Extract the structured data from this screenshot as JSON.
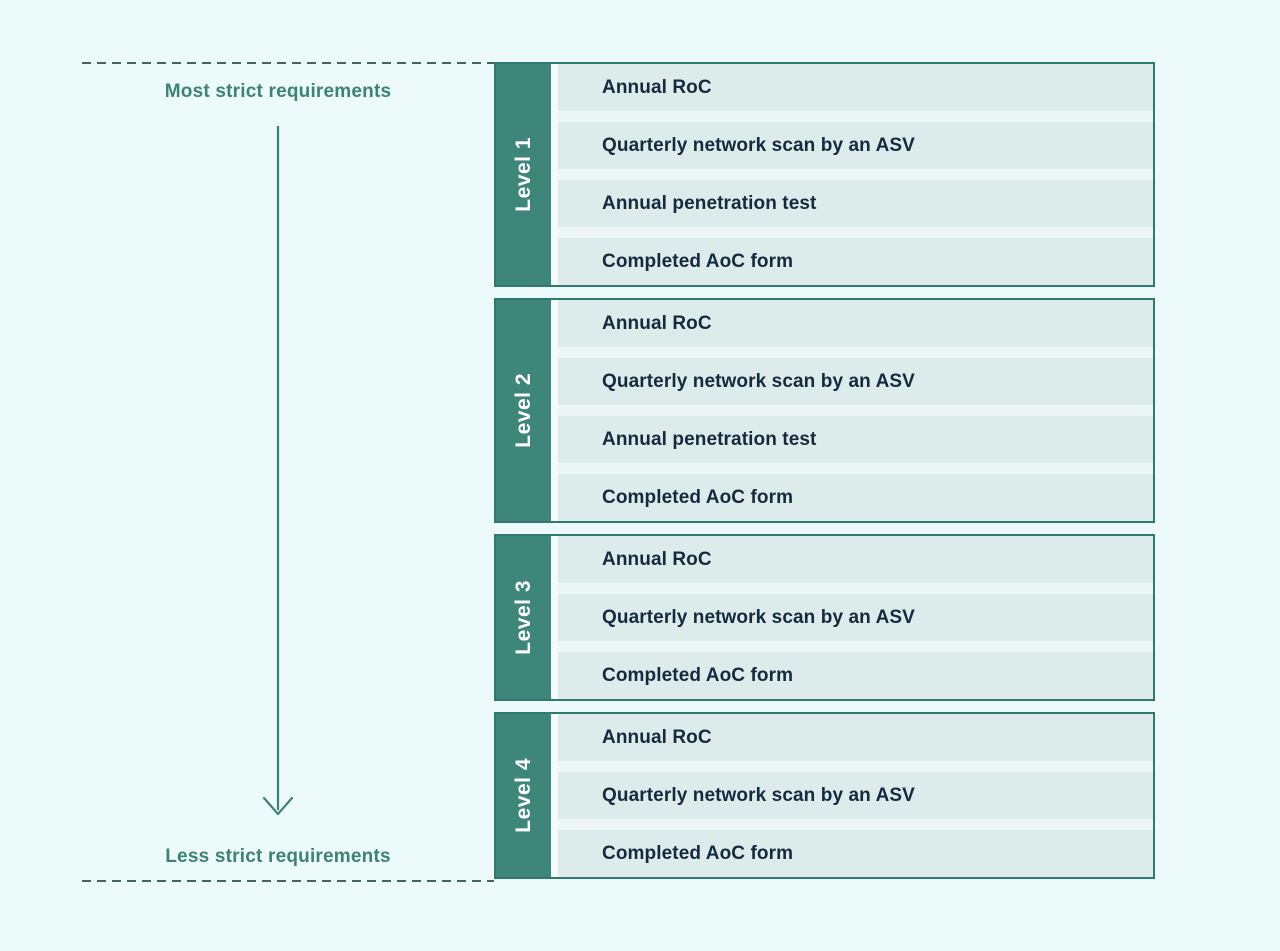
{
  "theme": {
    "bg": "#ecfbf9",
    "accent": "#3e8679",
    "accent_text": "#3c8376",
    "border": "#2e7a70",
    "row": "#ddecea",
    "gap": "#ecf7f5",
    "strip": "#f3fbfa",
    "text": "#152a3f",
    "dash": "#47635e"
  },
  "axis": {
    "top_label": "Most strict requirements",
    "bottom_label": "Less strict requirements",
    "arrow_icon": "arrow-down-icon"
  },
  "levels": [
    {
      "label": "Level 1",
      "requirements": [
        "Annual RoC",
        "Quarterly network scan by an ASV",
        "Annual penetration test",
        "Completed AoC form"
      ]
    },
    {
      "label": "Level 2",
      "requirements": [
        "Annual RoC",
        "Quarterly network scan by an ASV",
        "Annual penetration test",
        "Completed AoC form"
      ]
    },
    {
      "label": "Level 3",
      "requirements": [
        "Annual RoC",
        "Quarterly network scan by an ASV",
        "Completed AoC form"
      ]
    },
    {
      "label": "Level 4",
      "requirements": [
        "Annual RoC",
        "Quarterly network scan by an ASV",
        "Completed AoC form"
      ]
    }
  ]
}
